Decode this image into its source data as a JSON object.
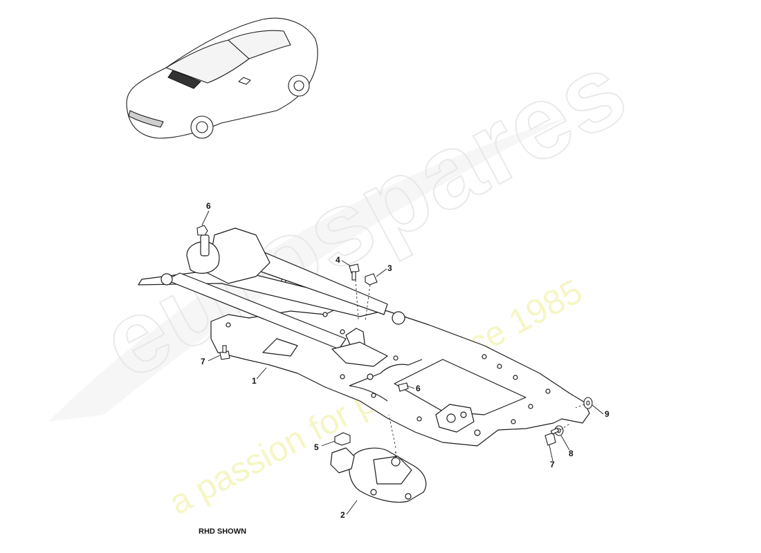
{
  "watermark": {
    "logo": "eurospares",
    "tagline": "a passion for parts since 1985"
  },
  "caption": "RHD SHOWN",
  "callouts": [
    {
      "id": "c6a",
      "label": "6"
    },
    {
      "id": "c4",
      "label": "4"
    },
    {
      "id": "c3",
      "label": "3"
    },
    {
      "id": "c7a",
      "label": "7"
    },
    {
      "id": "c1",
      "label": "1"
    },
    {
      "id": "c6b",
      "label": "6"
    },
    {
      "id": "c9",
      "label": "9"
    },
    {
      "id": "c5",
      "label": "5"
    },
    {
      "id": "c8",
      "label": "8"
    },
    {
      "id": "c7b",
      "label": "7"
    },
    {
      "id": "c2",
      "label": "2"
    }
  ],
  "colors": {
    "line": "#1a1a1a",
    "part_fill": "#ffffff",
    "watermark_outline": "#d7d7d7",
    "watermark_tagline": "#eeee96"
  }
}
